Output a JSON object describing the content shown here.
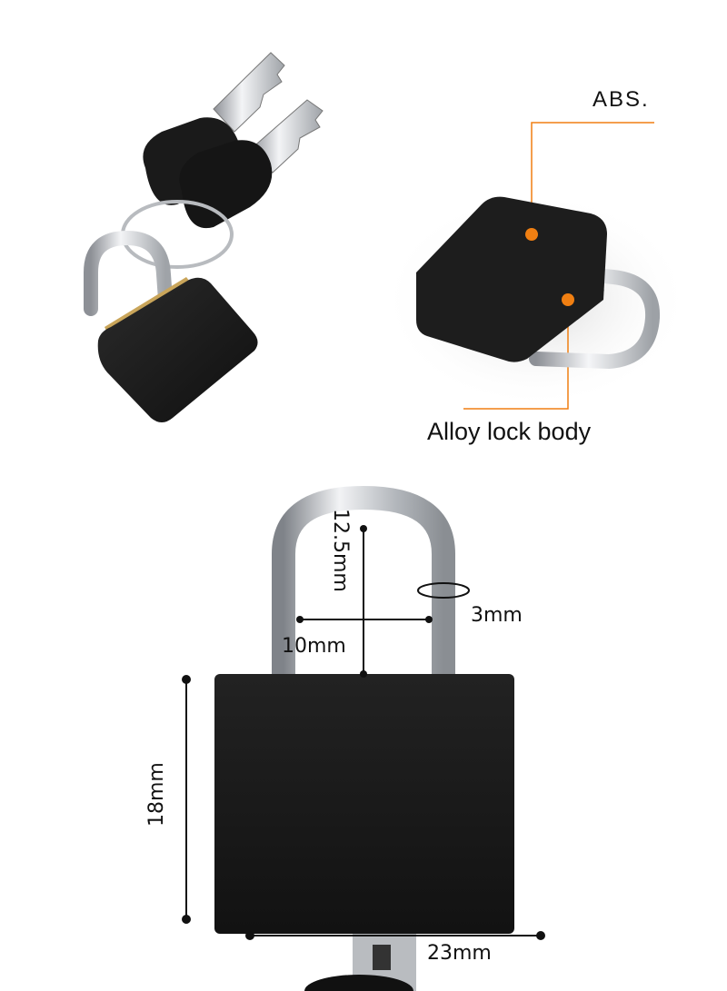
{
  "callouts": {
    "abs": "ABS.",
    "alloy_body": "Alloy lock body"
  },
  "dimensions": {
    "shackle_height": "12.5mm",
    "shackle_diameter": "3mm",
    "shackle_inner_width": "10mm",
    "body_height": "18mm",
    "body_width": "23mm"
  },
  "colors": {
    "lock_body": "#1c1c1c",
    "shackle": "#c9ccd1",
    "accent_orange": "#f07f12",
    "brass": "#c9a55a"
  }
}
